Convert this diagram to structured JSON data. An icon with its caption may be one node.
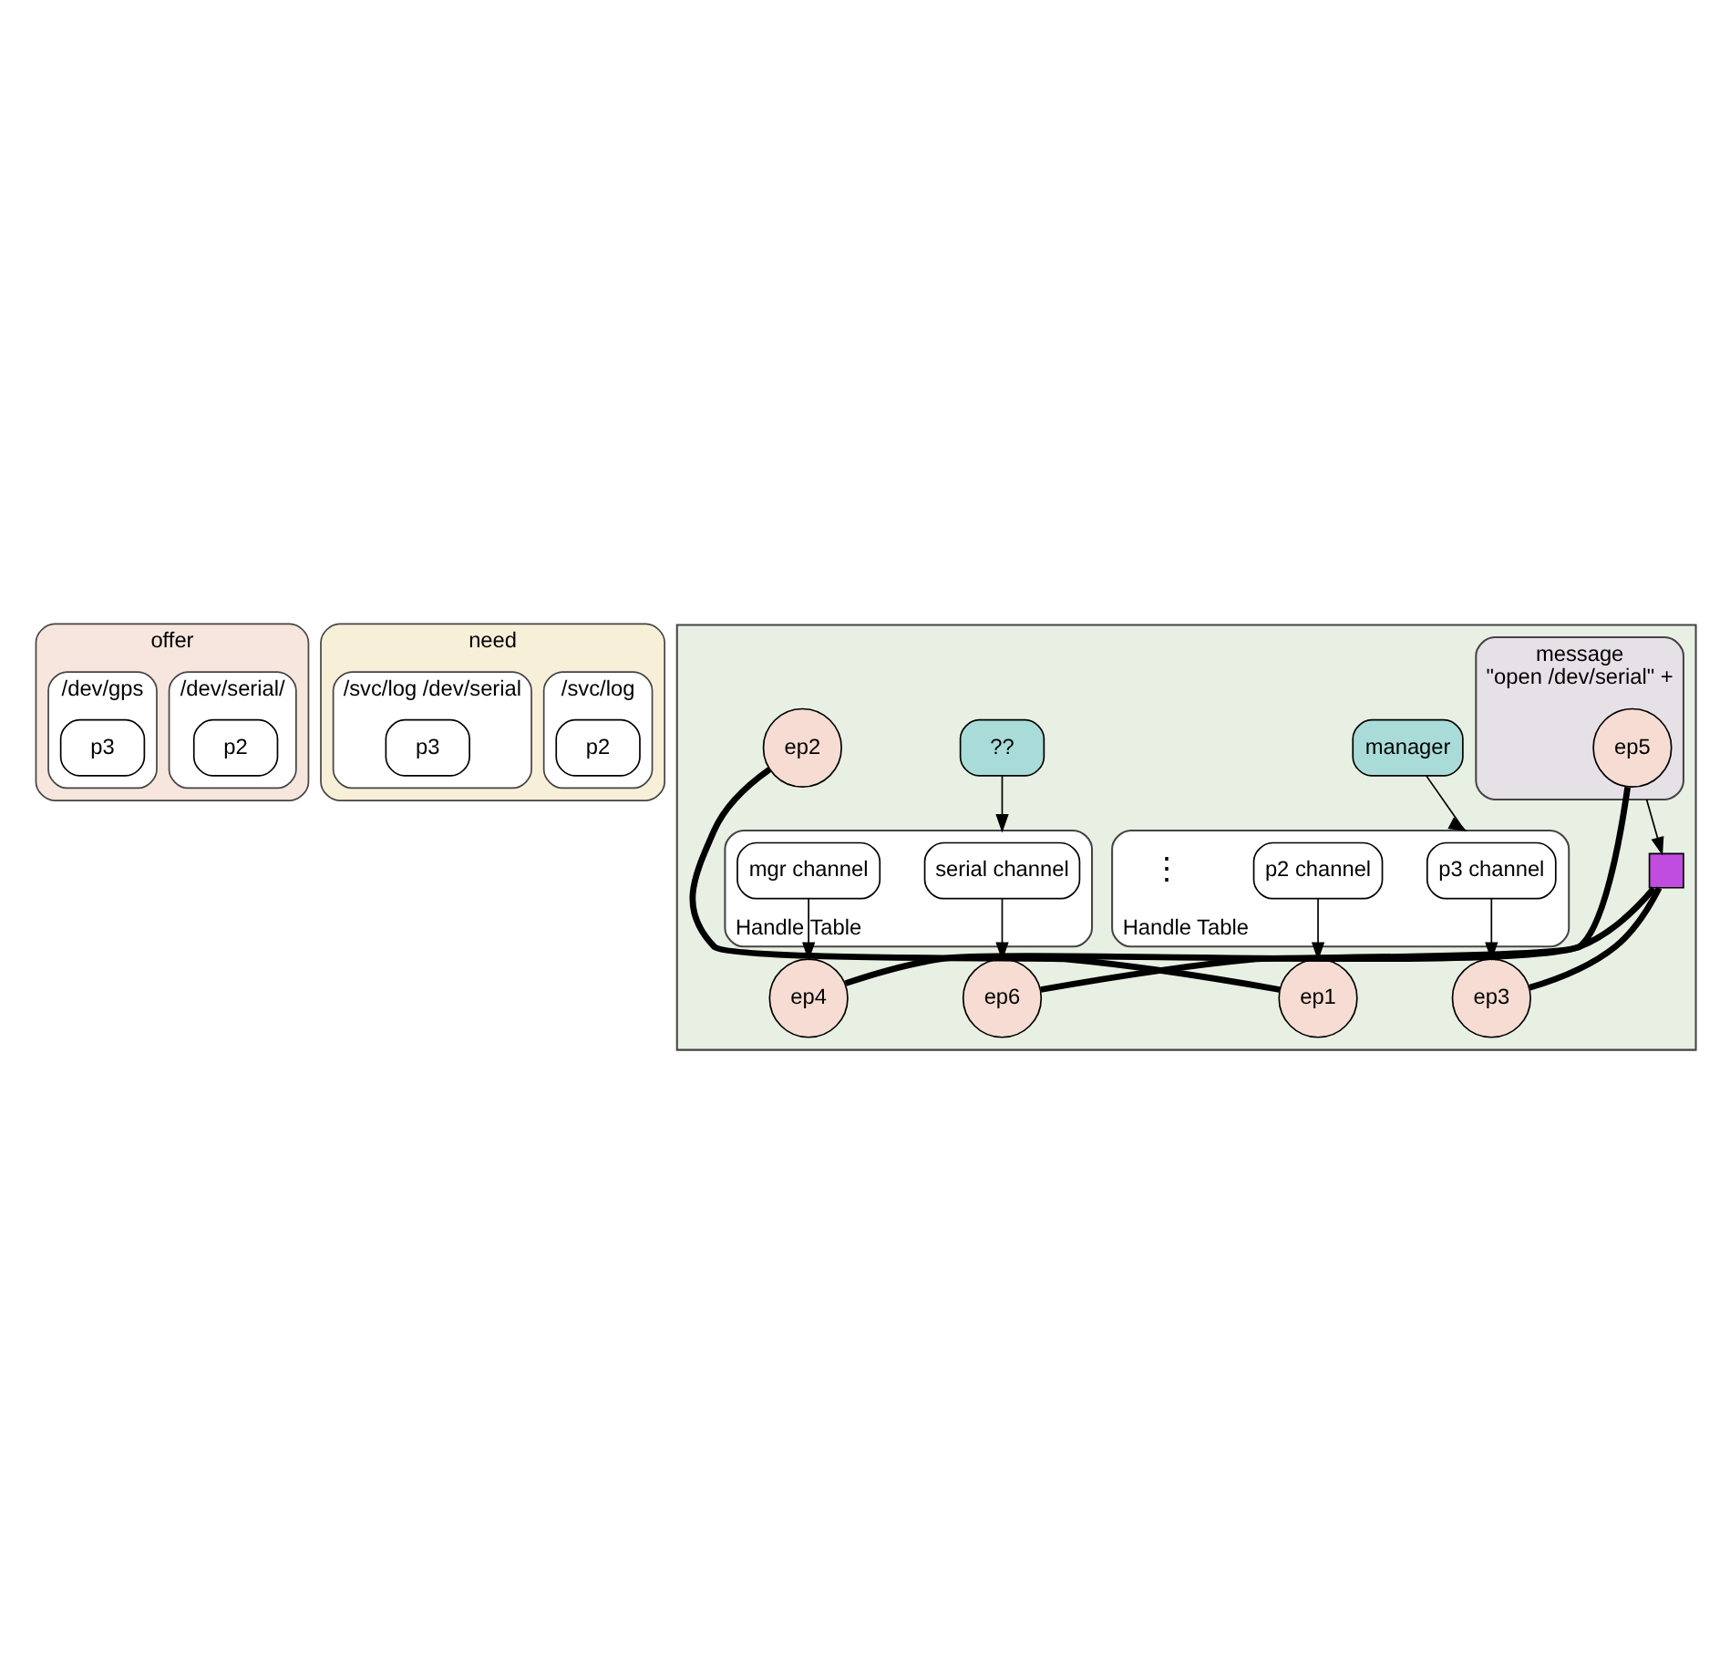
{
  "diagram": {
    "nodes": [
      {
        "text": [
          "offer"
        ]
      },
      {
        "text": [
          "/dev/serial/"
        ],
        "in": 0
      },
      {
        "text": [
          "p2"
        ],
        "in": 1
      },
      {
        "text": [
          "/dev/gps"
        ],
        "in": 0
      },
      {
        "text": [
          "p3"
        ],
        "in": 3
      },
      {
        "text": [
          "need"
        ]
      },
      {
        "text": [
          "/svc/log"
        ],
        "in": 5
      },
      {
        "text": [
          "p2"
        ],
        "in": 6
      },
      {
        "text": [
          "/svc/log /dev/serial"
        ],
        "in": 5
      },
      {
        "text": [
          "p3"
        ],
        "in": 8
      },
      {
        "text": [],
        "shape": "box"
      },
      {
        "text": [
          "manager"
        ],
        "in": 10
      },
      {
        "text": [
          "??"
        ],
        "in": 10
      },
      {
        "text": [
          "message",
          "\"open /dev/serial\" +"
        ],
        "in": 10
      },
      {
        "text": [
          "ep5"
        ],
        "in": 13
      },
      {
        "text": [
          "ep6"
        ],
        "in": 10
      },
      {
        "text": [
          "Handle Table"
        ],
        "in": 10
      },
      {
        "text": [
          "p3 channel"
        ],
        "in": 16
      },
      {
        "text": [
          "p2 channel"
        ],
        "in": 16
      },
      {
        "text": [
          "ep3"
        ],
        "in": 10
      },
      {
        "text": [],
        "shape": "box",
        "in": 10
      },
      {
        "text": [
          "ep4"
        ],
        "in": 10
      },
      {
        "text": [
          "ep1"
        ],
        "in": 10
      },
      {
        "text": [
          "ep2"
        ],
        "in": 10
      },
      {
        "text": [
          "Handle Table"
        ],
        "in": 10
      },
      {
        "text": [
          "serial channel"
        ],
        "in": 24
      },
      {
        "text": [
          "mgr channel"
        ],
        "in": 24
      }
    ],
    "edges": [
      {
        "from": 11,
        "to": 16,
        "arrow": "to"
      },
      {
        "from": 12,
        "to": 24,
        "arrow": "to"
      },
      {
        "from": 13,
        "to": 20,
        "arrow": "to"
      },
      {
        "from": 14,
        "to": 15,
        "arrow": "none",
        "style": "thick"
      },
      {
        "from": 19,
        "to": 20,
        "arrow": "none",
        "style": "thick"
      },
      {
        "from": 20,
        "to": 21,
        "arrow": "none",
        "style": "thick"
      },
      {
        "from": 22,
        "to": 23,
        "arrow": "none",
        "style": "thick"
      },
      {
        "from": 17,
        "to": 19,
        "arrow": "to"
      },
      {
        "from": 18,
        "to": 22,
        "arrow": "to"
      },
      {
        "from": 26,
        "to": 21,
        "arrow": "to"
      },
      {
        "from": 25,
        "to": 15,
        "arrow": "to"
      }
    ],
    "labels": [
      "⋮"
    ]
  }
}
